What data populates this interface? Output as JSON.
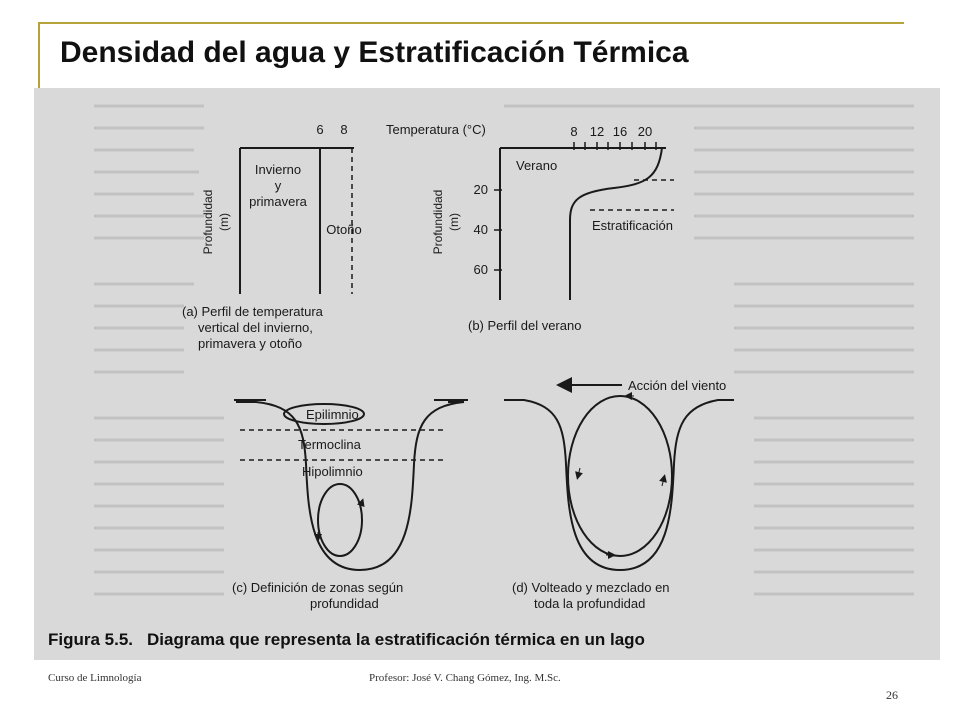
{
  "slide": {
    "title": "Densidad del agua y Estratificación Térmica"
  },
  "figure": {
    "panel_a": {
      "temp_tick_6": "6",
      "temp_tick_8": "8",
      "ylabel_line1": "Profundidad",
      "ylabel_line2": "(m)",
      "label_winter_1": "Invierno",
      "label_winter_2": "y",
      "label_winter_3": "primavera",
      "label_autumn": "Otoño",
      "caption_1": "(a) Perfil de temperatura",
      "caption_2": "vertical del invierno,",
      "caption_3": "primavera y otoño"
    },
    "panel_b": {
      "temp_header": "Temperatura (°C)",
      "temp_ticks": [
        "8",
        "12",
        "16",
        "20"
      ],
      "label_summer": "Verano",
      "label_strat": "Estratificación",
      "ylabel_line1": "Profundidad",
      "ylabel_line2": "(m)",
      "depth_ticks": [
        "20",
        "40",
        "60"
      ],
      "caption": "(b) Perfil del verano"
    },
    "panel_c": {
      "epilimnion": "Epilimnio",
      "thermocline": "Termoclina",
      "hypolimnion": "Hipolimnio",
      "caption_1": "(c) Definición de zonas según",
      "caption_2": "profundidad"
    },
    "panel_d": {
      "wind": "Acción del viento",
      "caption_1": "(d) Volteado y mezclado en",
      "caption_2": "toda la profundidad"
    },
    "caption_label": "Figura 5.5.",
    "caption_text": "Diagrama que representa la estratificación térmica en un lago"
  },
  "footer": {
    "course": "Curso de Limnología",
    "professor": "Profesor: José V. Chang Gómez, Ing. M.Sc.",
    "page": "26"
  },
  "colors": {
    "accent_line": "#b5a33a",
    "scan_background": "#d9d9d9",
    "ink": "#1a1a1a"
  }
}
